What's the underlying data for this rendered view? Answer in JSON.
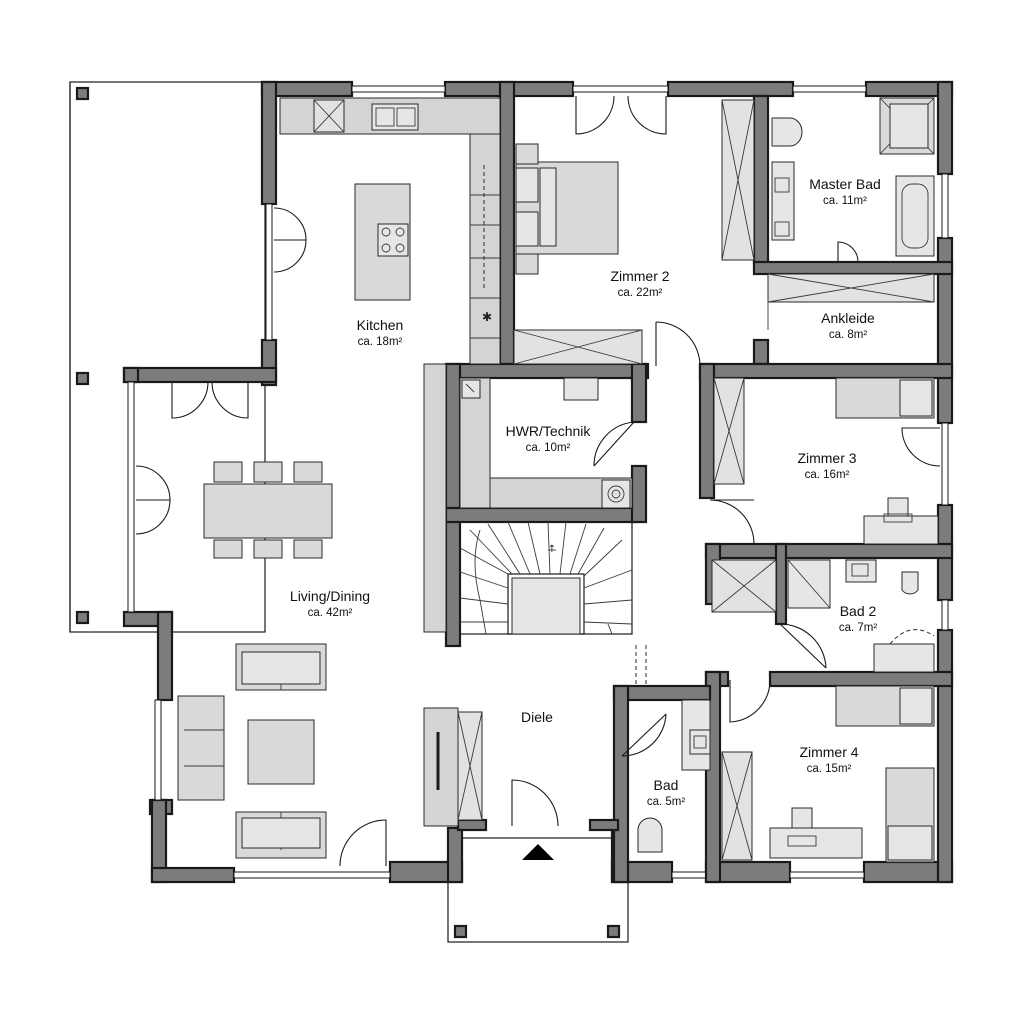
{
  "rooms": {
    "kitchen": {
      "name": "Kitchen",
      "area": "ca. 18m²"
    },
    "zimmer2": {
      "name": "Zimmer 2",
      "area": "ca. 22m²"
    },
    "masterbad": {
      "name": "Master Bad",
      "area": "ca. 11m²"
    },
    "ankleide": {
      "name": "Ankleide",
      "area": "ca. 8m²"
    },
    "hwr": {
      "name": "HWR/Technik",
      "area": "ca. 10m²"
    },
    "zimmer3": {
      "name": "Zimmer 3",
      "area": "ca. 16m²"
    },
    "living": {
      "name": "Living/Dining",
      "area": "ca. 42m²"
    },
    "bad2": {
      "name": "Bad 2",
      "area": "ca. 7m²"
    },
    "diele": {
      "name": "Diele"
    },
    "zimmer4": {
      "name": "Zimmer 4",
      "area": "ca. 15m²"
    },
    "bad": {
      "name": "Bad",
      "area": "ca. 5m²"
    }
  },
  "colors": {
    "wall": "#7c7c7c",
    "furniture": "#d9d9d9",
    "outline": "#1a1a1a"
  }
}
